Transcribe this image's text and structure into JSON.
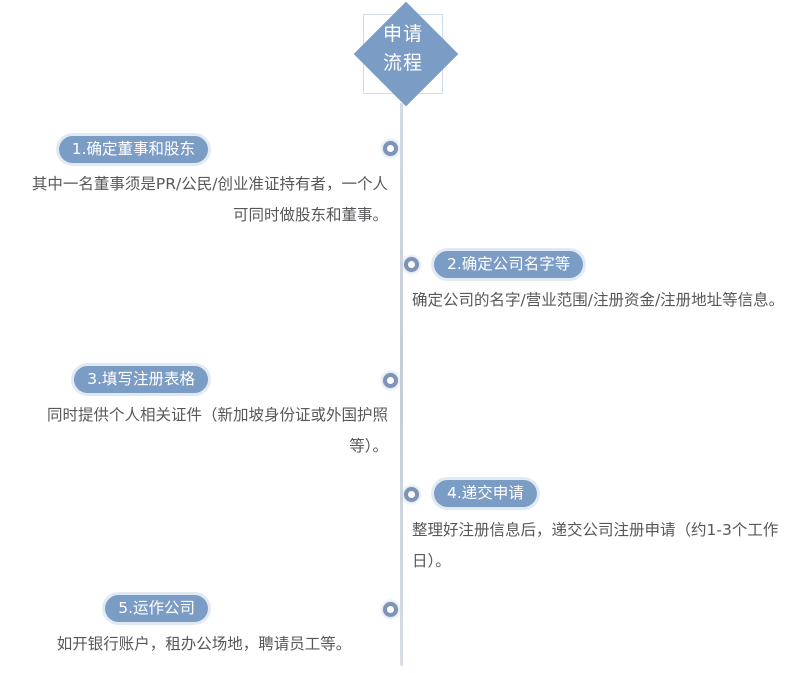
{
  "diagram": {
    "type": "vertical-timeline-flowchart",
    "header": {
      "title_line1": "申请",
      "title_line2": "流程",
      "title": "申请\n流程",
      "shape": "diamond",
      "fill_color": "#7b9cc4",
      "outline_color": "#cfdcea",
      "text_color": "#ffffff"
    },
    "axis": {
      "color": "#ccd3dc",
      "orientation": "vertical"
    },
    "marker": {
      "icon": "ring-dot-icon",
      "ring_color": "#7e93b5",
      "center_color": "#ffffff"
    },
    "pill_style": {
      "fill_color": "#7b9cc4",
      "text_color": "#ffffff",
      "glow_color": "#c8d8ea"
    },
    "body_text_color": "#58585a",
    "steps": [
      {
        "number": "1",
        "label": "1.确定董事和股东",
        "side": "left",
        "body": "其中一名董事须是PR/公民/创业准证持有者，一个人可同时做股东和董事。"
      },
      {
        "number": "2",
        "label": "2.确定公司名字等",
        "side": "right",
        "body": "确定公司的名字/营业范围/注册资金/注册地址等信息。"
      },
      {
        "number": "3",
        "label": "3.填写注册表格",
        "side": "left",
        "body": "同时提供个人相关证件（新加坡身份证或外国护照等）。"
      },
      {
        "number": "4",
        "label": "4.递交申请",
        "side": "right",
        "body": "整理好注册信息后，递交公司注册申请（约1-3个工作日）。"
      },
      {
        "number": "5",
        "label": "5.运作公司",
        "side": "left",
        "body": "如开银行账户，租办公场地，聘请员工等。"
      }
    ]
  }
}
